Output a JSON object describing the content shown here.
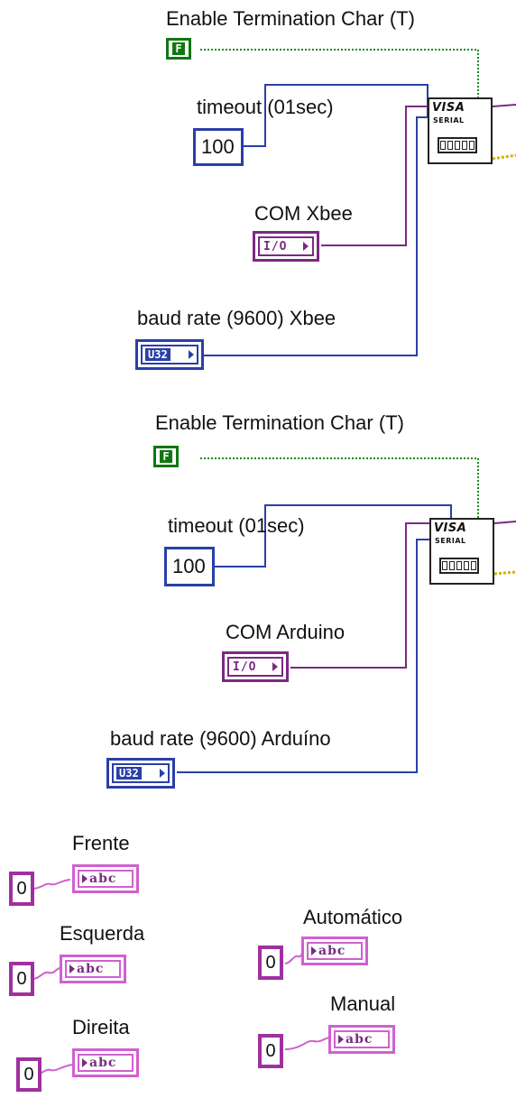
{
  "block1": {
    "enable_label": "Enable Termination Char (T)",
    "enable_value": "F",
    "timeout_label": "timeout (01sec)",
    "timeout_value": "100",
    "com_label": "COM Xbee",
    "com_tag": "I/O",
    "baud_label": "baud rate (9600) Xbee",
    "baud_tag": "U32",
    "visa_title": "VISA",
    "visa_sub": "SERIAL"
  },
  "block2": {
    "enable_label": "Enable Termination Char (T)",
    "enable_value": "F",
    "timeout_label": "timeout (01sec)",
    "timeout_value": "100",
    "com_label": "COM Arduino",
    "com_tag": "I/O",
    "baud_label": "baud rate (9600) Arduíno",
    "baud_tag": "U32",
    "visa_title": "VISA",
    "visa_sub": "SERIAL"
  },
  "indicators": [
    {
      "label": "Frente",
      "value": "0",
      "tag": "abc"
    },
    {
      "label": "Esquerda",
      "value": "0",
      "tag": "abc"
    },
    {
      "label": "Direita",
      "value": "0",
      "tag": "abc"
    },
    {
      "label": "Automático",
      "value": "0",
      "tag": "abc"
    },
    {
      "label": "Manual",
      "value": "0",
      "tag": "abc"
    }
  ],
  "colors": {
    "boolean_wire": "#1a8a1a",
    "numeric_wire": "#2a3fa8",
    "visa_wire": "#7a2a82",
    "string_wire": "#d060d0",
    "error_wire": "#d4b000"
  }
}
